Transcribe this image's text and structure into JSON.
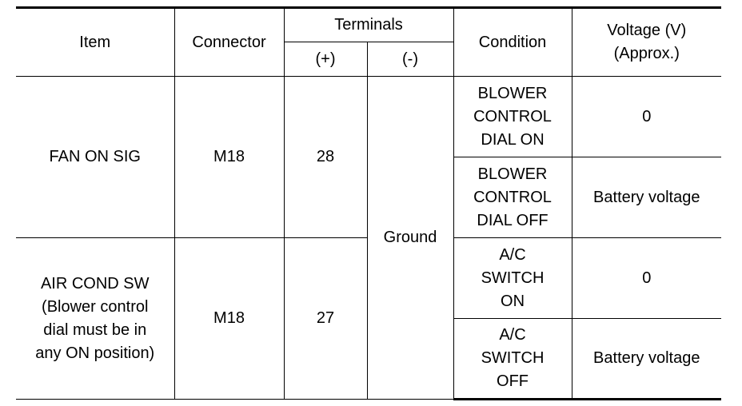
{
  "headers": {
    "item": "Item",
    "connector": "Connector",
    "terminals": "Terminals",
    "plus": "(+)",
    "minus": "(-)",
    "condition": "Condition",
    "voltage": "Voltage (V)\n(Approx.)"
  },
  "ground": "Ground",
  "rows": [
    {
      "item": "FAN ON SIG",
      "connector": "M18",
      "terminal": "28",
      "conditions": [
        {
          "condition": "BLOWER\nCONTROL\nDIAL ON",
          "voltage": "0"
        },
        {
          "condition": "BLOWER\nCONTROL\nDIAL OFF",
          "voltage": "Battery voltage"
        }
      ]
    },
    {
      "item": "AIR COND SW\n(Blower control\ndial must be in\nany ON position)",
      "connector": "M18",
      "terminal": "27",
      "conditions": [
        {
          "condition": "A/C\nSWITCH\nON",
          "voltage": "0"
        },
        {
          "condition": "A/C\nSWITCH\nOFF",
          "voltage": "Battery voltage"
        }
      ]
    }
  ]
}
